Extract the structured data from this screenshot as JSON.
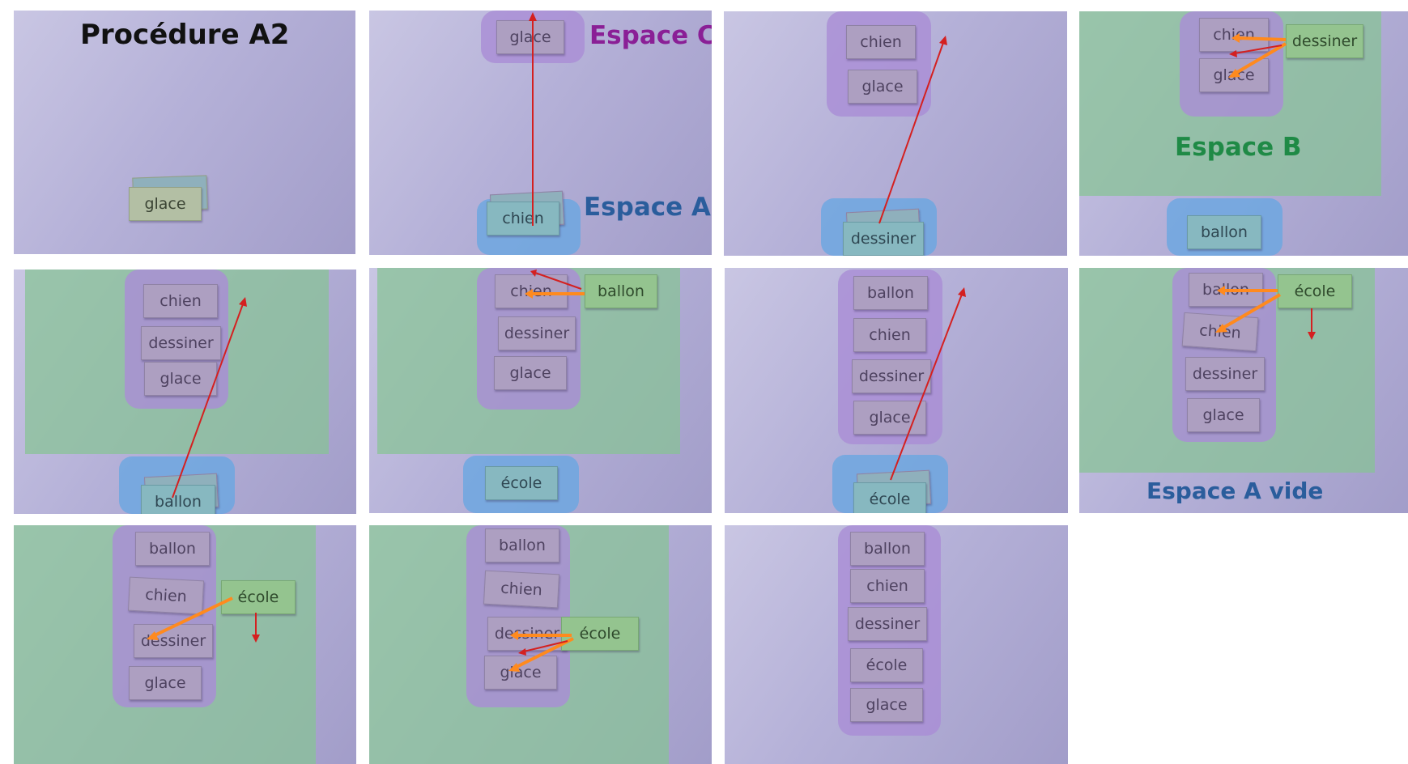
{
  "title": "Procédure A2",
  "labels": {
    "espace_c": "Espace C",
    "espace_a": "Espace A",
    "espace_b": "Espace B",
    "espace_a_vide": "Espace A vide"
  },
  "words": {
    "glace": "glace",
    "chien": "chien",
    "dessiner": "dessiner",
    "ballon": "ballon",
    "ecole": "école"
  },
  "colors": {
    "espace_a": "#68a6e2",
    "espace_b": "#86c494",
    "espace_c": "#aa8ed6",
    "move_arrow": "#d42020",
    "compare_arrow": "#ff8a1e"
  }
}
